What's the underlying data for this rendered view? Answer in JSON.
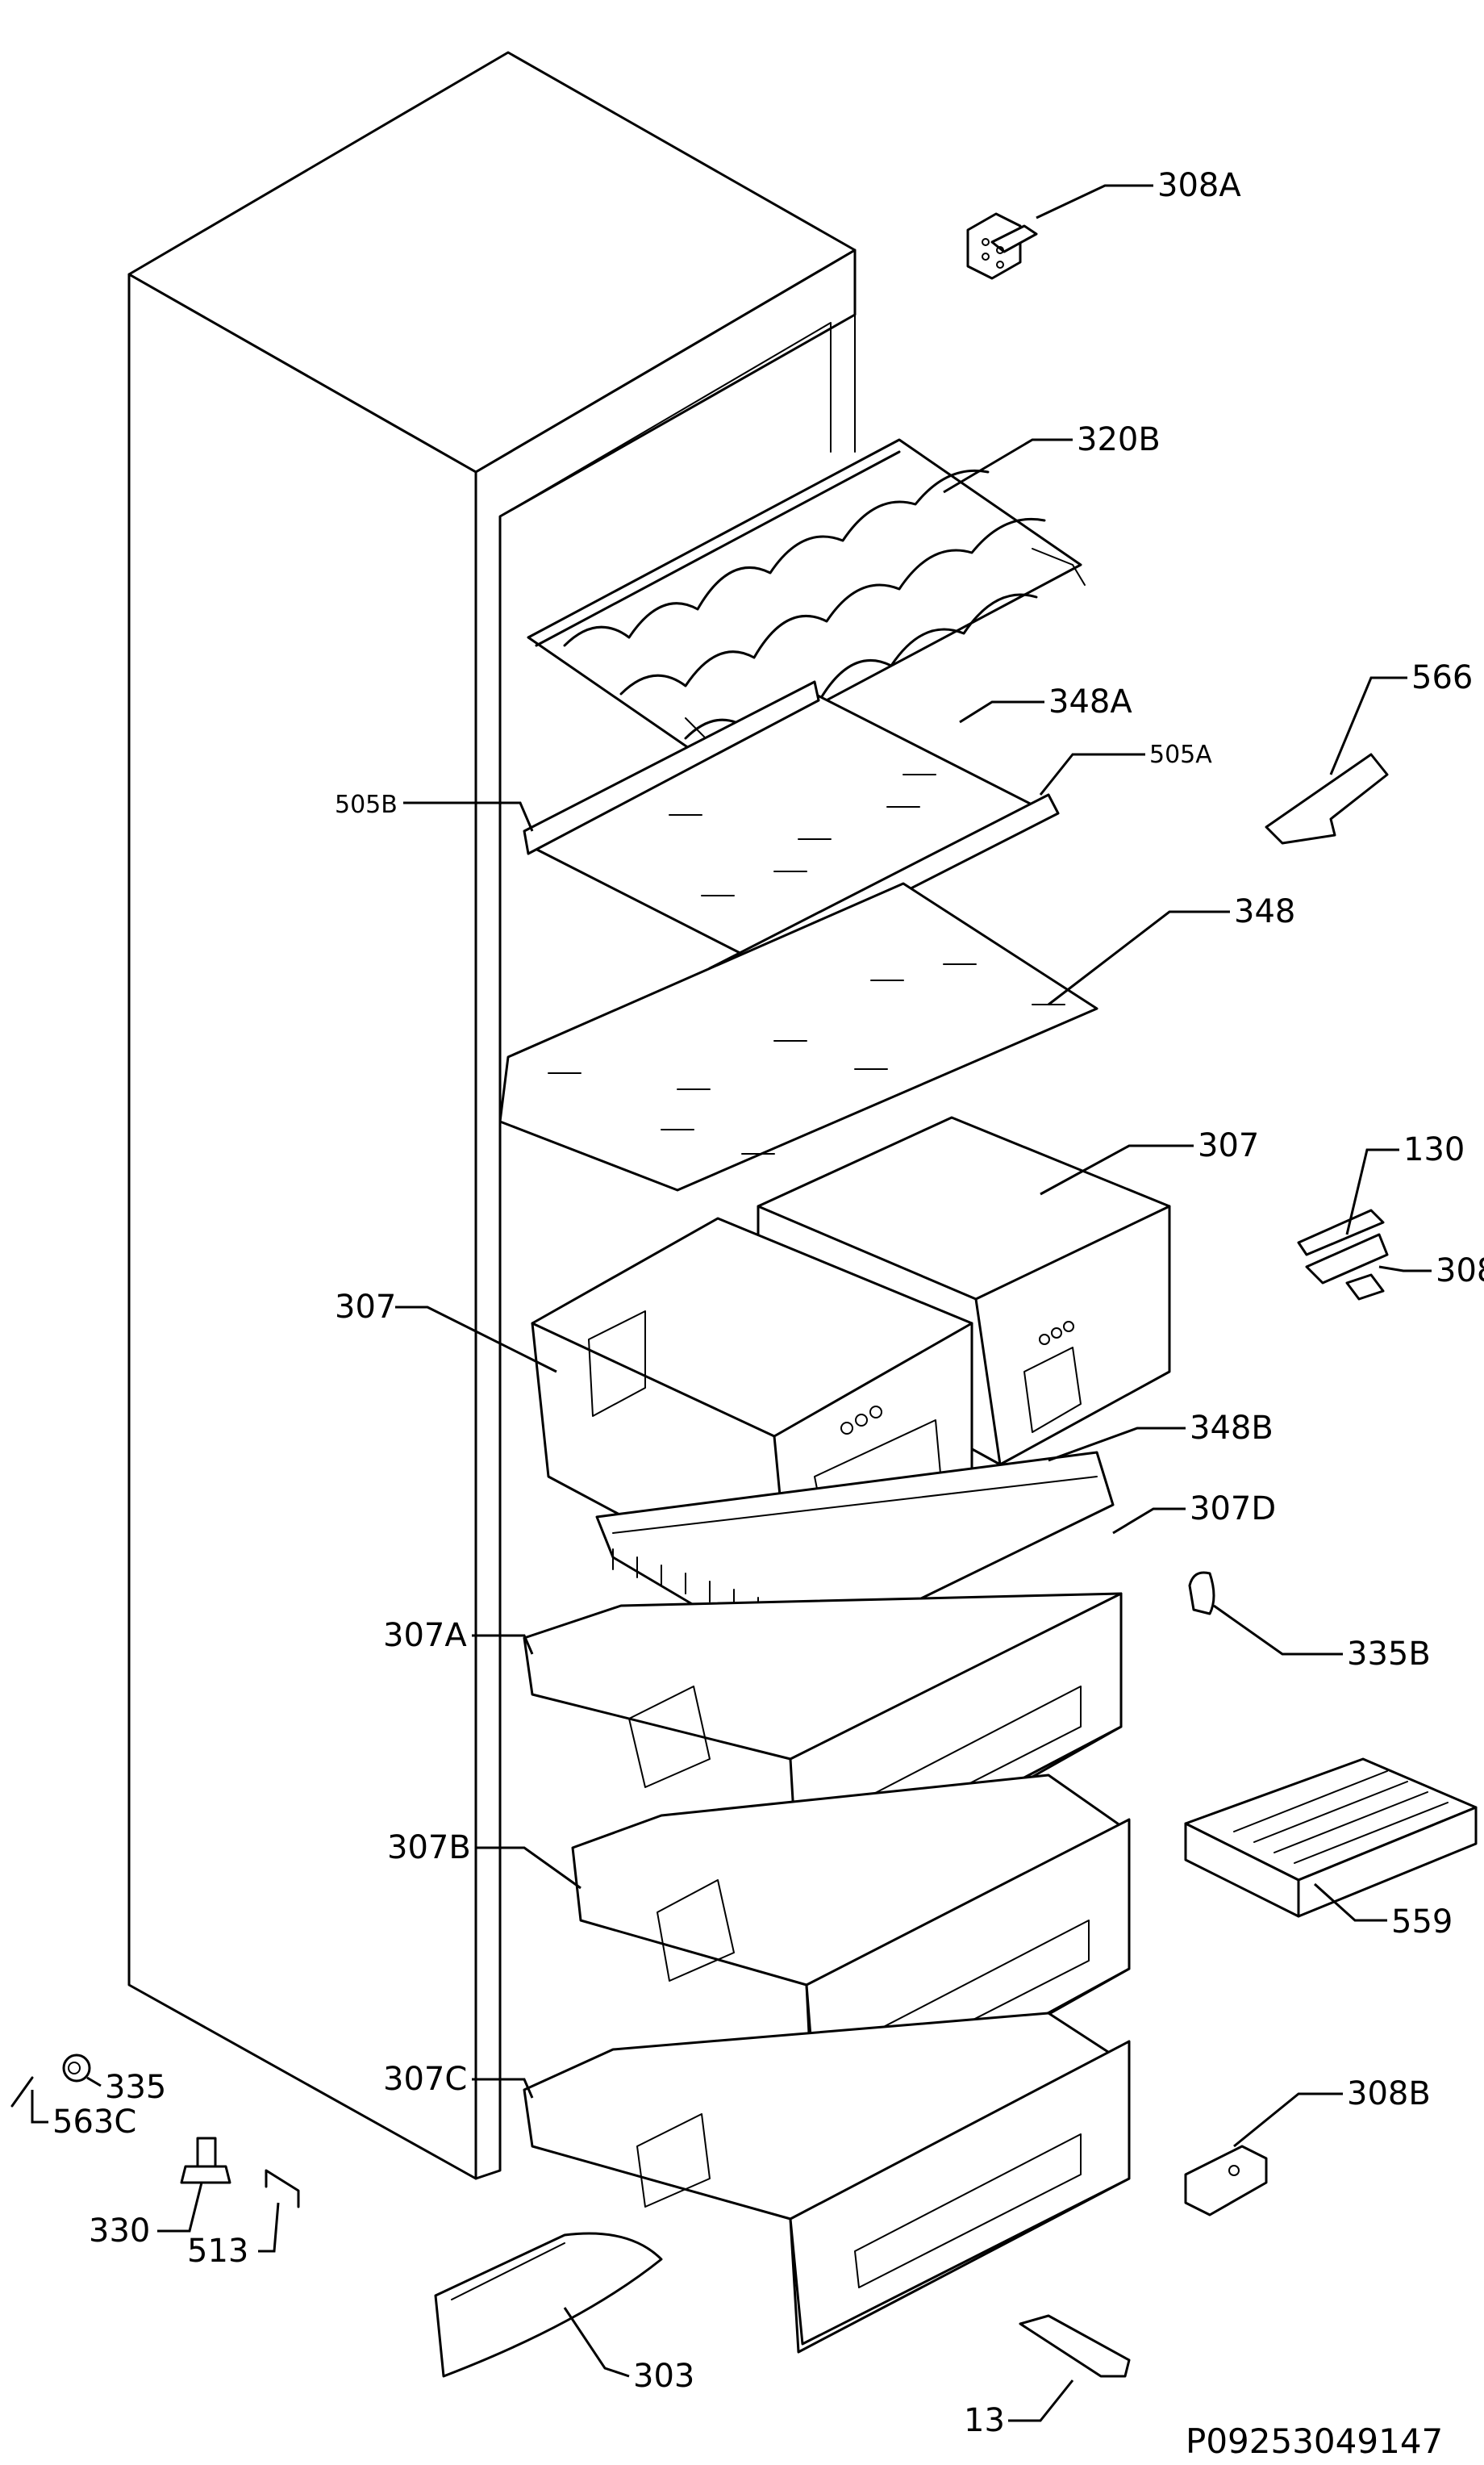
{
  "labels": {
    "l308A": "308A",
    "l320B": "320B",
    "l348A": "348A",
    "l505A": "505A",
    "l505B": "505B",
    "l566": "566",
    "l348": "348",
    "l307_right": "307",
    "l130": "130",
    "l308": "308",
    "l307_left": "307",
    "l348B": "348B",
    "l307D": "307D",
    "l307A": "307A",
    "l335B": "335B",
    "l307B": "307B",
    "l559": "559",
    "l307C": "307C",
    "l308B": "308B",
    "l335": "335",
    "l563C": "563C",
    "l330": "330",
    "l513": "513",
    "l303": "303",
    "l13": "13"
  },
  "drawing_code": "P09253049147"
}
